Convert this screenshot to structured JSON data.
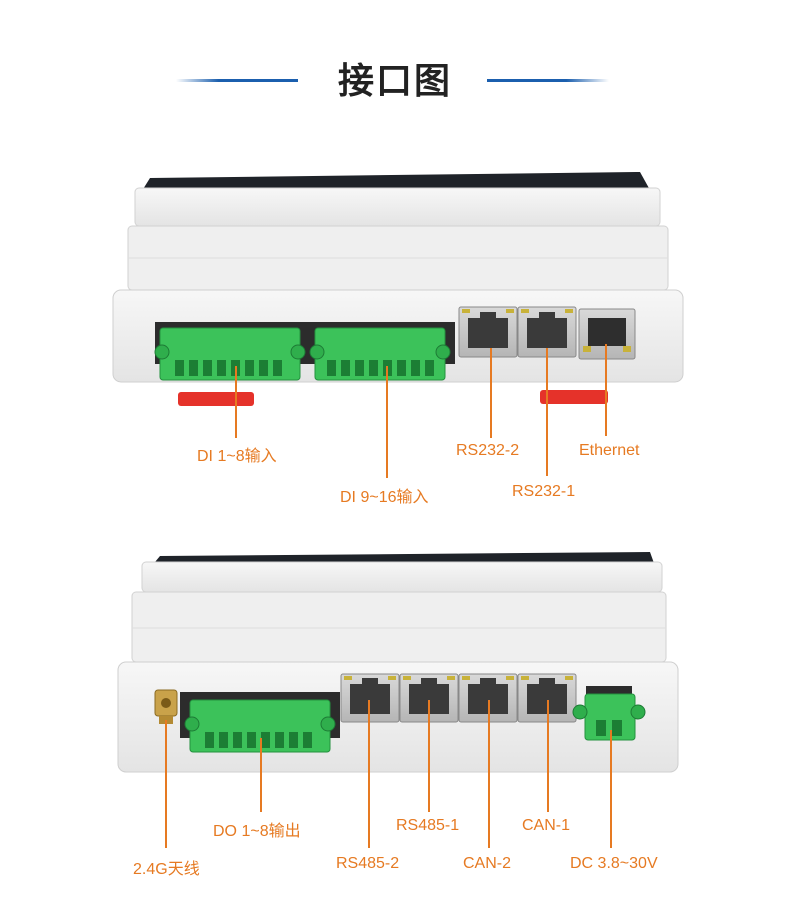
{
  "header": {
    "title": "接口图"
  },
  "colors": {
    "accent_blue": "#1b5fae",
    "label_orange": "#e67a22",
    "terminal_green": "#3cc25a"
  },
  "top_view": {
    "labels": {
      "di_1_8": "DI 1~8输入",
      "di_9_16": "DI 9~16输入",
      "rs232_2": "RS232-2",
      "rs232_1": "RS232-1",
      "ethernet": "Ethernet"
    }
  },
  "bottom_view": {
    "labels": {
      "antenna": "2.4G天线",
      "do_1_8": "DO 1~8输出",
      "rs485_2": "RS485-2",
      "rs485_1": "RS485-1",
      "can_2": "CAN-2",
      "can_1": "CAN-1",
      "dc": "DC 3.8~30V"
    }
  }
}
